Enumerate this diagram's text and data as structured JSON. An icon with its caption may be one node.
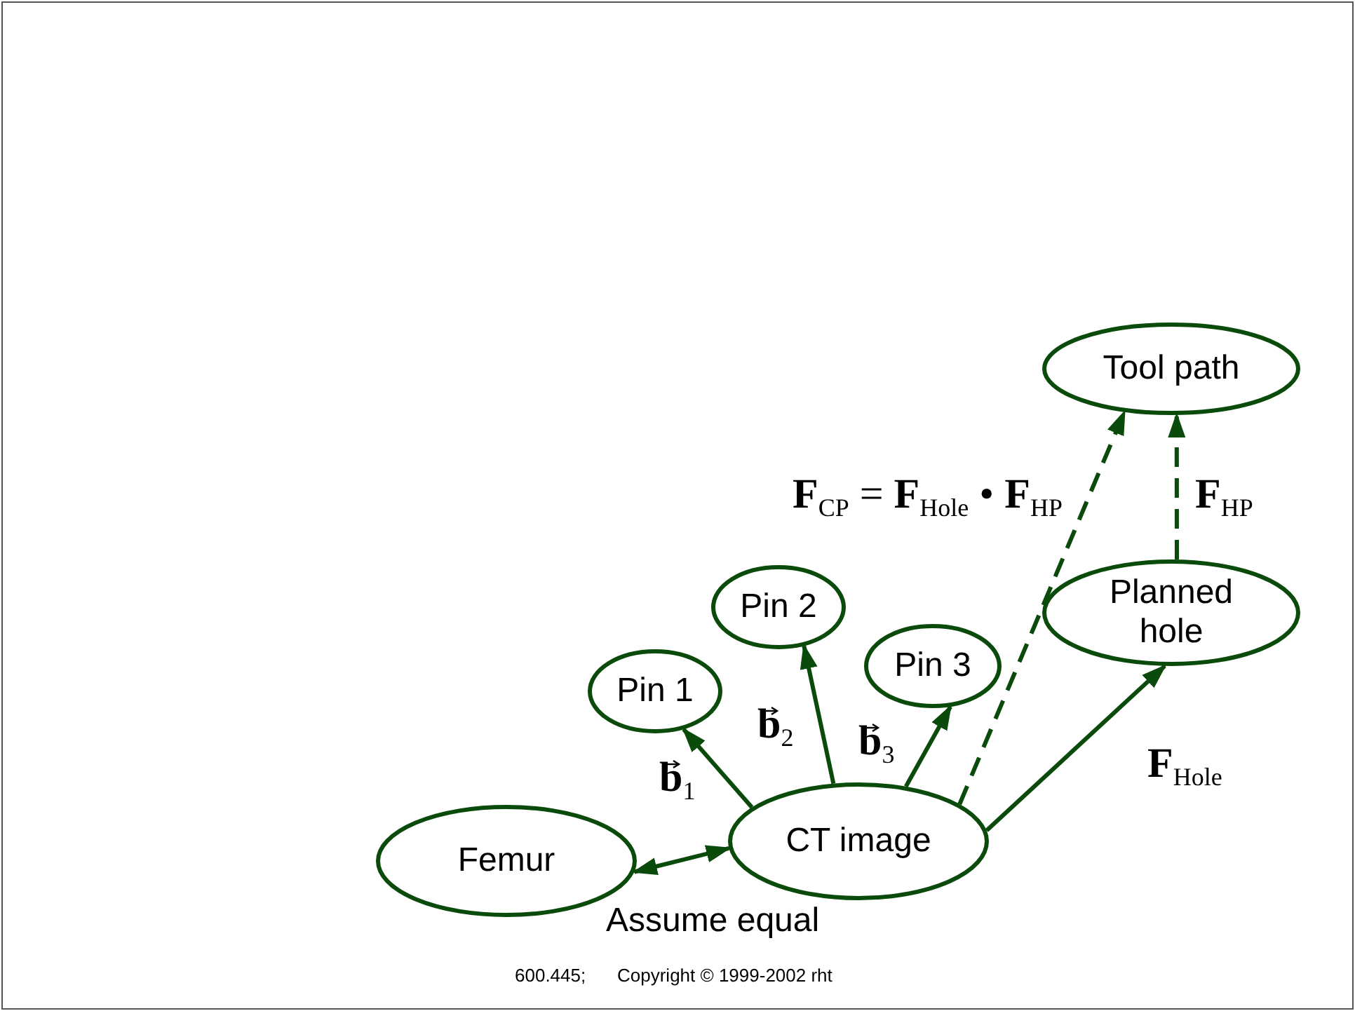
{
  "diagram": {
    "nodes": [
      {
        "text": [
          "Tool path"
        ]
      },
      {
        "text": [
          "Planned hole"
        ]
      },
      {
        "text": [
          "Pin 2"
        ]
      },
      {
        "text": [
          "Pin 3"
        ]
      },
      {
        "text": [
          "Pin 1"
        ]
      },
      {
        "text": [
          "Femur"
        ]
      },
      {
        "text": [
          "CT image"
        ]
      }
    ],
    "edges": [
      {
        "from": 6,
        "to": 4,
        "arrow": "to",
        "label": "**b**$_{1}$"
      },
      {
        "from": 6,
        "to": 2,
        "arrow": "to",
        "label": "**b**$_{2}$"
      },
      {
        "from": 6,
        "to": 3,
        "arrow": "to",
        "label": "**b**$_{3}$"
      },
      {
        "from": 6,
        "to": 0,
        "arrow": "to",
        "style": "dashed",
        "label": "**F**$_{CP}$ = **F**$_{Hole}$ • **F**$_{HP}$"
      },
      {
        "from": 6,
        "to": 1,
        "arrow": "to",
        "label": "**F**$_{Hole}$"
      },
      {
        "from": 1,
        "to": 0,
        "arrow": "to",
        "style": "dashed",
        "label": "**F**$_{HP}$"
      },
      {
        "from": 5,
        "to": 6,
        "arrow": "both",
        "label": "Assume equal"
      }
    ],
    "labels": [
      "600.445;",
      "Copyright © 1999-2002 rht"
    ]
  }
}
